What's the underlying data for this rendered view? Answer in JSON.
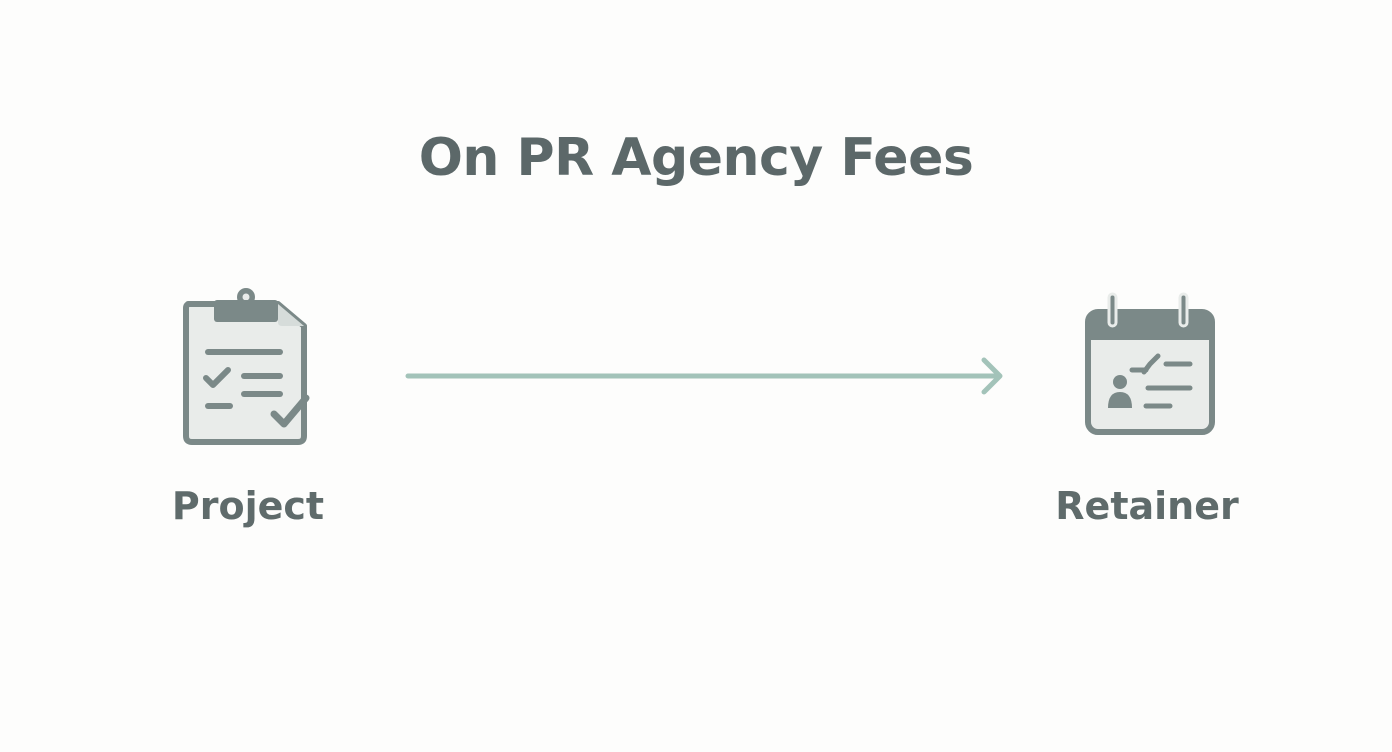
{
  "title": "On PR Agency Fees",
  "nodes": {
    "start": {
      "label": "Project",
      "icon": "clipboard-checklist-icon"
    },
    "end": {
      "label": "Retainer",
      "icon": "calendar-icon"
    }
  },
  "connector": {
    "direction": "left-to-right",
    "type": "arrow"
  },
  "colors": {
    "background": "#fdfdfc",
    "text": "#5c6869",
    "icon_dark": "#7b8988",
    "icon_fill": "#e9ecea",
    "arrow": "#a3c3b9"
  }
}
